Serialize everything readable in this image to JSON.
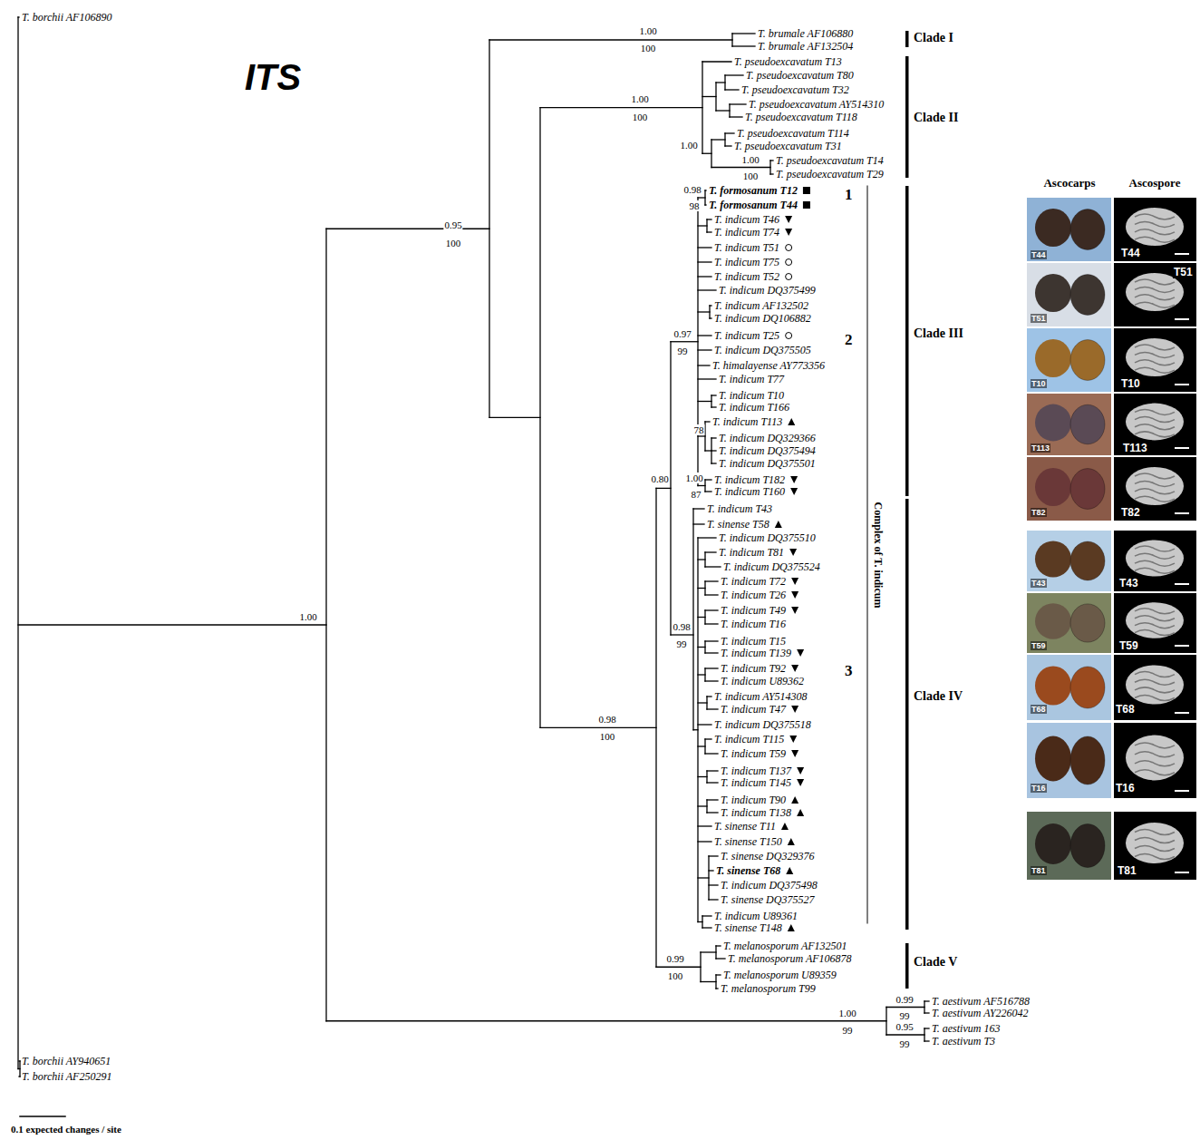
{
  "diagram": {
    "labels": [
      "T. borchii AF106890",
      "ITS",
      "1.00",
      "100",
      "T. brumale AF106880",
      "T. brumale AF132504",
      "Clade I",
      "T. pseudoexcavatum T13",
      "T. pseudoexcavatum T80",
      "T. pseudoexcavatum T32",
      "T. pseudoexcavatum AY514310",
      "T. pseudoexcavatum T118",
      "T. pseudoexcavatum T114",
      "T. pseudoexcavatum T31",
      "T. pseudoexcavatum T14",
      "T. pseudoexcavatum T29",
      "1.00",
      "100",
      "1.00",
      "1.00",
      "100",
      "Clade II",
      "0.95",
      "100",
      "0.98",
      "98",
      "T. formosanum T12",
      "T. formosanum T44",
      "1",
      "T. indicum T46",
      "T. indicum T74",
      "T. indicum T51",
      "T. indicum T75",
      "T. indicum T52",
      "T. indicum DQ375499",
      "T. indicum AF132502",
      "T. indicum DQ106882",
      "0.97",
      "99",
      "T. indicum T25",
      "2",
      "T. indicum DQ375505",
      "T. himalayense AY773356",
      "T. indicum T77",
      "T. indicum T10",
      "T. indicum T166",
      "78",
      "T. indicum T113",
      "T. indicum DQ329366",
      "T. indicum DQ375494",
      "T. indicum DQ375501",
      "0.80",
      "1.00",
      "87",
      "T. indicum T182",
      "T. indicum T160",
      "Clade III",
      "T. indicum T43",
      "T. sinense T58",
      "T. indicum DQ375510",
      "T. indicum T81",
      "T. indicum DQ375524",
      "T. indicum T72",
      "T. indicum T26",
      "T. indicum T49",
      "T. indicum T16",
      "0.98",
      "99",
      "T. indicum T15",
      "T. indicum T139",
      "T. indicum T92",
      "3",
      "T. indicum U89362",
      "T. indicum AY514308",
      "T. indicum T47",
      "0.98",
      "100",
      "T. indicum DQ375518",
      "T. indicum T115",
      "T. indicum T59",
      "T. indicum T137",
      "T. indicum T145",
      "T. indicum T90",
      "T. indicum T138",
      "T. sinense T11",
      "T. sinense T150",
      "T. sinense DQ329376",
      "T. sinense T68",
      "T. indicum DQ375498",
      "T. sinense DQ375527",
      "T. indicum U89361",
      "T. sinense T148",
      "Clade IV",
      "Complex of T. indicum",
      "0.99",
      "100",
      "T. melanosporum AF132501",
      "T. melanosporum AF106878",
      "T. melanosporum U89359",
      "T. melanosporum T99",
      "Clade V",
      "1.00",
      "1.00",
      "99",
      "0.99",
      "99",
      "0.95",
      "99",
      "T. aestivum AF516788",
      "T. aestivum AY226042",
      "T. aestivum 163",
      "T. aestivum T3",
      "T. borchii AY940651",
      "T. borchii AF250291",
      "0.1 expected changes / site",
      "Ascocarps",
      "Ascospore",
      "T44",
      "T44",
      "T51",
      "T51",
      "T10",
      "T10",
      "T113",
      "T113",
      "T82",
      "T82",
      "T43",
      "T43",
      "T59",
      "T59",
      "T68",
      "T68",
      "T16",
      "T16",
      "T81",
      "T81"
    ]
  }
}
